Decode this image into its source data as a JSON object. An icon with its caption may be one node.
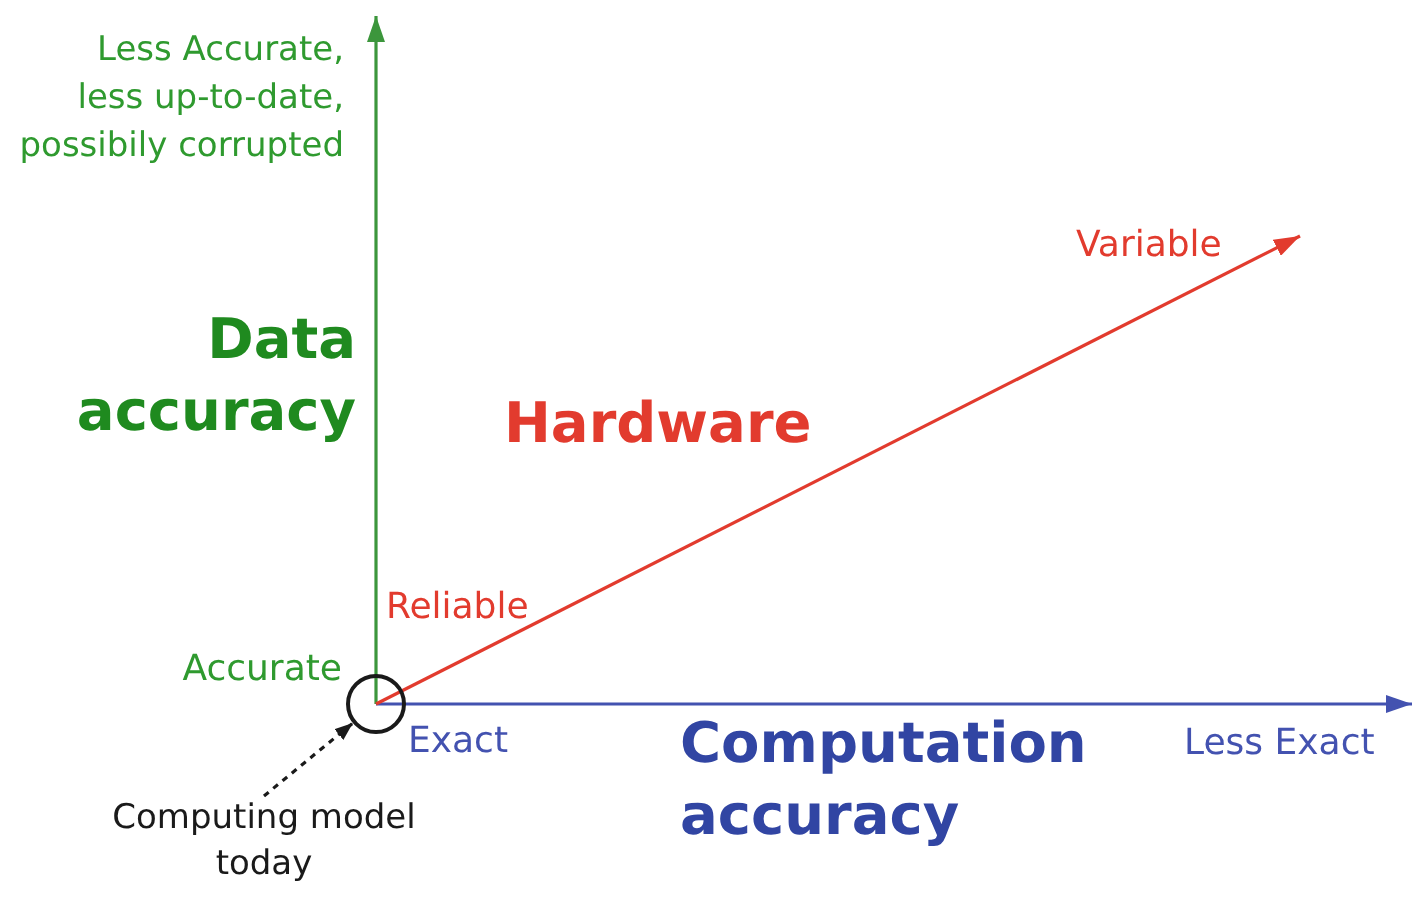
{
  "diagram": {
    "nodes": [
      {
        "text": [],
        "shape": "circle"
      },
      {
        "text": [
          "Computing model today"
        ]
      }
    ],
    "edges": [
      {
        "from": 1,
        "to": 0,
        "arrow": "to",
        "style": "dashed"
      }
    ],
    "labels": [
      "Less Accurate, less up-to-date, possibily corrupted",
      "Variable",
      "Data accuracy",
      "Hardware",
      "Reliable",
      "Accurate",
      "Exact",
      "Computation accuracy",
      "Less Exact"
    ]
  }
}
